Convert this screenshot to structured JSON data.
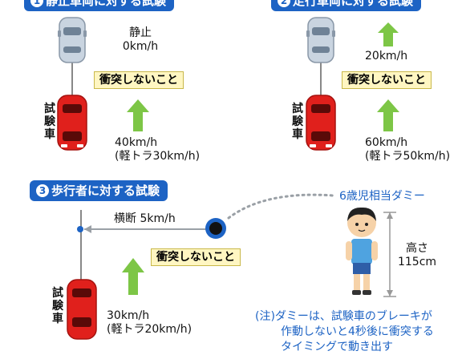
{
  "panel1": {
    "number": "1",
    "title": "静止車両に対する試験",
    "target_speed_line1": "静止",
    "target_speed_line2": "0km/h",
    "warning": "衝突しないこと",
    "vehicle_label": "試験車",
    "test_speed": "40km/h",
    "test_speed_light": "(軽トラ30km/h)"
  },
  "panel2": {
    "number": "2",
    "title": "走行車両に対する試験",
    "target_speed": "20km/h",
    "warning": "衝突しないこと",
    "vehicle_label": "試験車",
    "test_speed": "60km/h",
    "test_speed_light": "(軽トラ50km/h)"
  },
  "panel3": {
    "number": "3",
    "title": "歩行者に対する試験",
    "crossing": "横断  5km/h",
    "warning": "衝突しないこと",
    "vehicle_label": "試験車",
    "test_speed": "30km/h",
    "test_speed_light": "(軽トラ20km/h)",
    "dummy_label": "6歳児相当ダミー",
    "height_label": "高さ",
    "height_value": "115cm",
    "note_line1": "(注)ダミーは、試験車のブレーキが",
    "note_line2": "作動しないと4秒後に衝突する",
    "note_line3": "タイミングで動き出す"
  },
  "colors": {
    "accent": "#1d63c4",
    "test_car": "#e0201c",
    "target_car": "#c9d4e0",
    "arrow": "#7dc646",
    "warning_bg": "#fff6c2"
  }
}
